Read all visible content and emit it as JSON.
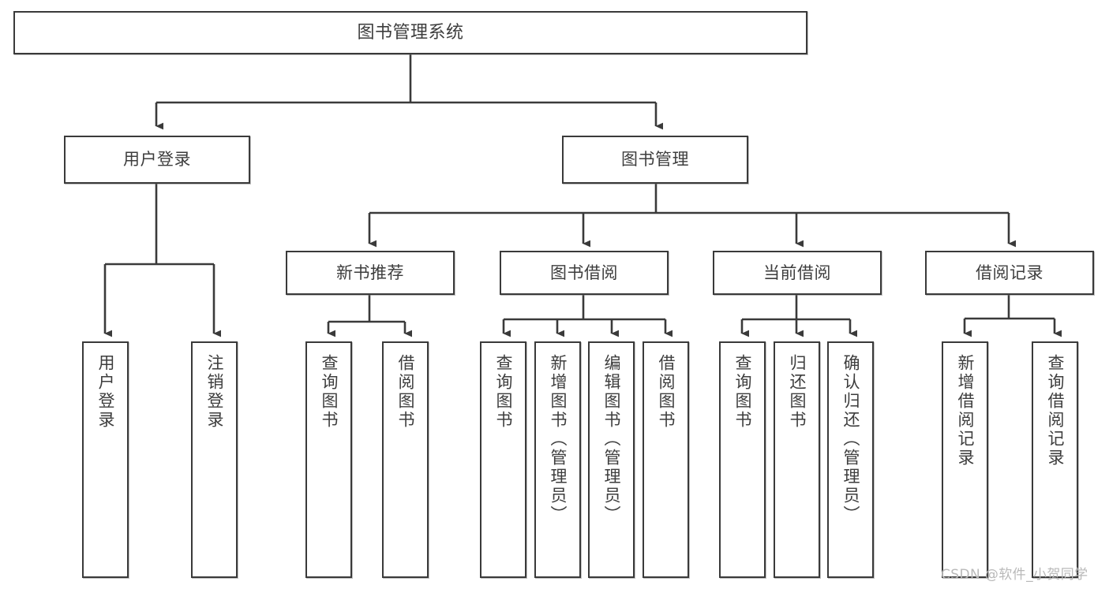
{
  "diagram": {
    "title": "图书管理系统",
    "type": "tree-hierarchy-chart",
    "colors": {
      "box_border": "#3a3a3a",
      "box_fill": "#ffffff",
      "text": "#3d3d3d",
      "connector": "#3a3a3a",
      "watermark": "#b9b9b9",
      "background": "#ffffff"
    },
    "root": {
      "label": "图书管理系统"
    },
    "level1": [
      {
        "id": "user-login",
        "label": "用户登录"
      },
      {
        "id": "book-manage",
        "label": "图书管理"
      }
    ],
    "level2": [
      {
        "id": "new-book-recommend",
        "label": "新书推荐",
        "parent": "book-manage"
      },
      {
        "id": "book-borrow",
        "label": "图书借阅",
        "parent": "book-manage"
      },
      {
        "id": "current-borrow",
        "label": "当前借阅",
        "parent": "book-manage"
      },
      {
        "id": "borrow-record",
        "label": "借阅记录",
        "parent": "book-manage"
      }
    ],
    "leaves": [
      {
        "id": "leaf-user-login",
        "label": "用户登录",
        "parent": "user-login"
      },
      {
        "id": "leaf-logout",
        "label": "注销登录",
        "parent": "user-login"
      },
      {
        "id": "leaf-query-book-1",
        "label": "查询图书",
        "parent": "new-book-recommend"
      },
      {
        "id": "leaf-borrow-book-1",
        "label": "借阅图书",
        "parent": "new-book-recommend"
      },
      {
        "id": "leaf-query-book-2",
        "label": "查询图书",
        "parent": "book-borrow"
      },
      {
        "id": "leaf-add-book",
        "label": "新增图书（管理员）",
        "parent": "book-borrow"
      },
      {
        "id": "leaf-edit-book",
        "label": "编辑图书（管理员）",
        "parent": "book-borrow"
      },
      {
        "id": "leaf-borrow-book-2",
        "label": "借阅图书",
        "parent": "book-borrow"
      },
      {
        "id": "leaf-query-book-3",
        "label": "查询图书",
        "parent": "current-borrow"
      },
      {
        "id": "leaf-return-book",
        "label": "归还图书",
        "parent": "current-borrow"
      },
      {
        "id": "leaf-confirm-return",
        "label": "确认归还（管理员）",
        "parent": "current-borrow"
      },
      {
        "id": "leaf-add-record",
        "label": "新增借阅记录",
        "parent": "borrow-record"
      },
      {
        "id": "leaf-query-record",
        "label": "查询借阅记录",
        "parent": "borrow-record"
      }
    ]
  },
  "watermark": {
    "text": "CSDN @软件_小贺同学"
  }
}
